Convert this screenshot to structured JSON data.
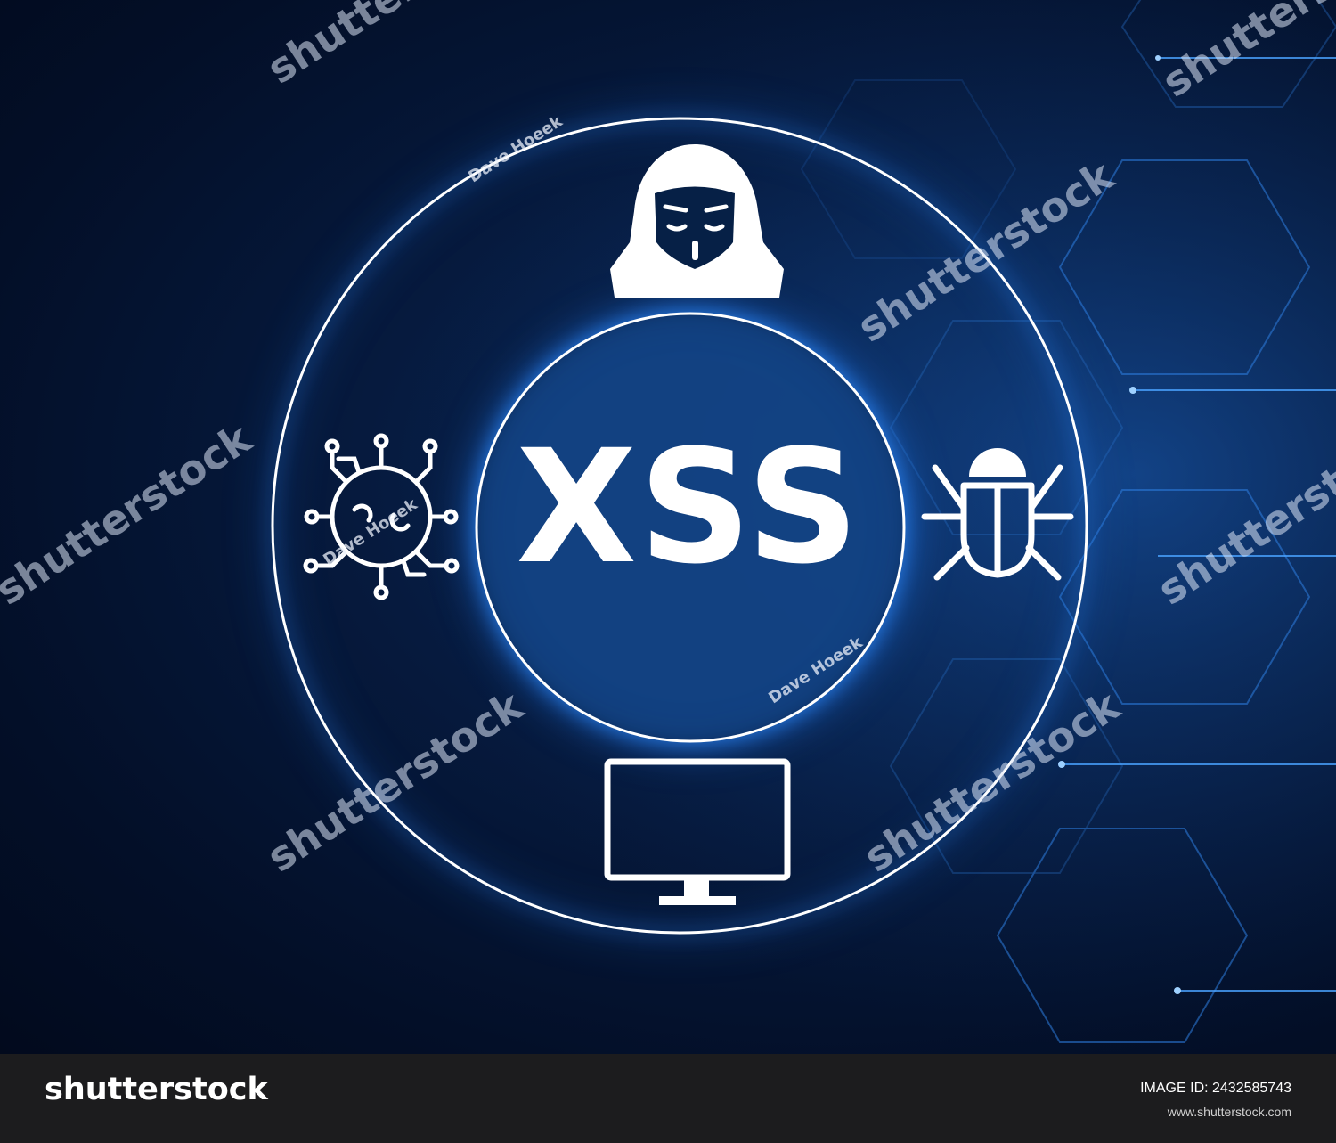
{
  "center": {
    "title": "XSS"
  },
  "icons": {
    "top": "hacker-icon",
    "left": "virus-icon",
    "right": "bug-icon",
    "bottom": "monitor-icon"
  },
  "watermarks": {
    "stock": [
      "shutterstock",
      "shutterstock",
      "shutterstock",
      "shutterstock",
      "shutterstock",
      "shutterstock",
      "shutterstock"
    ],
    "author": [
      "Dave Hoeek",
      "Dave Hoeek",
      "Dave Hoeek"
    ]
  },
  "footer": {
    "logo": "shutterstock",
    "image_id": "IMAGE ID: 2432585743",
    "url": "www.shutterstock.com"
  },
  "colors": {
    "background": "#030f28",
    "glow": "#2e8bff",
    "foreground": "#ffffff",
    "footer": "#1c1c1e"
  }
}
